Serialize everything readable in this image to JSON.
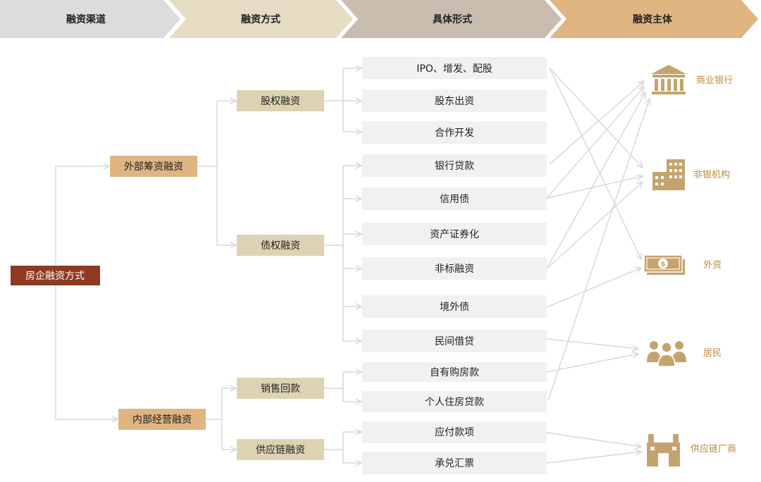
{
  "header": {
    "stages": [
      "融资渠道",
      "融资方式",
      "具体形式",
      "融资主体"
    ],
    "colors": [
      "#dcdcdc",
      "#e6dcc4",
      "#c9bdb0",
      "#e0b582"
    ]
  },
  "root": {
    "label": "房企融资方式",
    "color": "#8e3a21"
  },
  "channels": [
    {
      "label": "外部筹资融资",
      "color": "#e0b582"
    },
    {
      "label": "内部经营融资",
      "color": "#e0b582"
    }
  ],
  "methods": [
    {
      "label": "股权融资",
      "color": "#ddd3b3"
    },
    {
      "label": "债权融资",
      "color": "#ddd3b3"
    },
    {
      "label": "销售回款",
      "color": "#ddd3b3"
    },
    {
      "label": "供应链融资",
      "color": "#ddd3b3"
    }
  ],
  "forms": [
    "IPO、增发、配股",
    "股东出资",
    "合作开发",
    "银行贷款",
    "信用债",
    "资产证券化",
    "非标融资",
    "境外债",
    "民间借贷",
    "自有购房款",
    "个人住房贷款",
    "应付款项",
    "承兑汇票"
  ],
  "entities": [
    {
      "label": "商业银行",
      "icon": "bank-icon"
    },
    {
      "label": "非银机构",
      "icon": "building-icon"
    },
    {
      "label": "外资",
      "icon": "money-icon"
    },
    {
      "label": "居民",
      "icon": "people-icon"
    },
    {
      "label": "供应链厂商",
      "icon": "factory-icon"
    }
  ],
  "style": {
    "form_box_color": "#f1f1f1",
    "line_color": "#d9d9d9",
    "entity_text_color": "#b98a3c",
    "icon_color": "#c4a46e"
  }
}
